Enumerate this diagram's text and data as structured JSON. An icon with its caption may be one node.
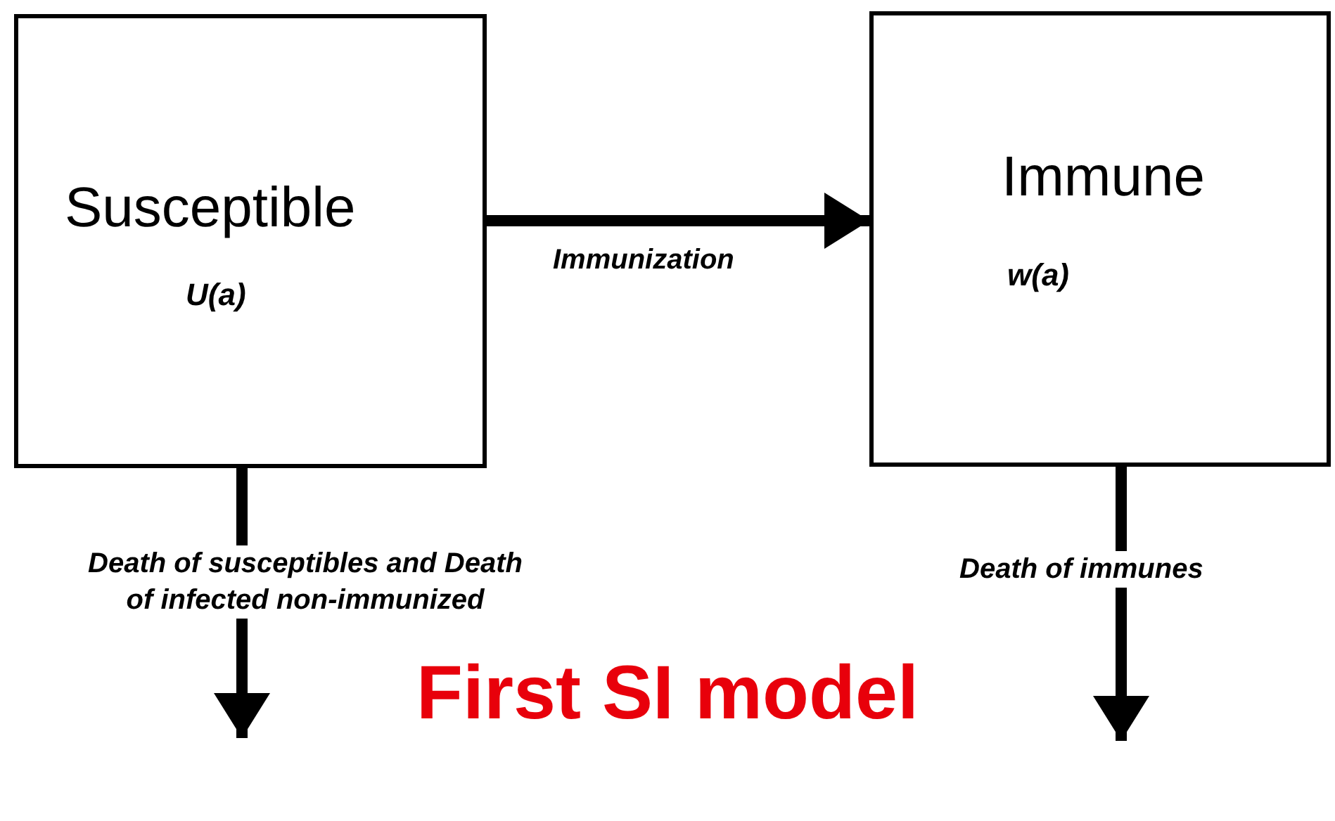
{
  "diagram": {
    "caption": "First SI model",
    "nodes": [
      {
        "text": [
          "Susceptible",
          "U(a)"
        ]
      },
      {
        "text": [
          "Immune",
          "w(a)"
        ]
      }
    ],
    "edges": [
      {
        "from": 0,
        "to": 1,
        "arrow": "to",
        "label": "Immunization"
      },
      {
        "from": 0,
        "to": null,
        "arrow": "to",
        "label": "Death of susceptibles and Death of infected non-immunized"
      },
      {
        "from": 1,
        "to": null,
        "arrow": "to",
        "label": "Death of immunes"
      }
    ]
  }
}
